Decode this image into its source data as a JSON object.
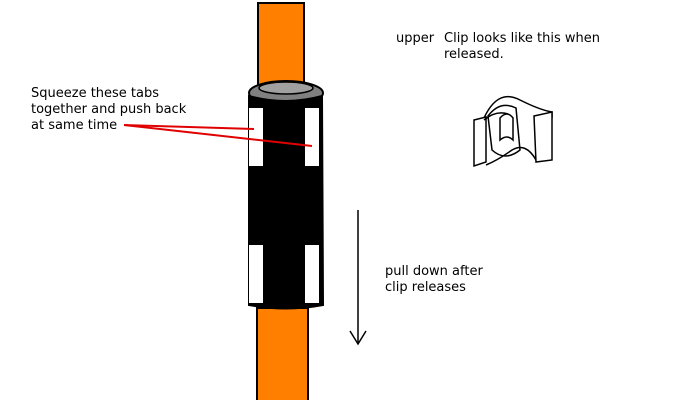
{
  "labels": {
    "squeeze_line1": "Squeeze these tabs",
    "squeeze_line2": "together and push back",
    "squeeze_line3": "at same time",
    "upper": "upper",
    "clip_line1": "Clip looks like this when",
    "clip_line2": "released.",
    "pull_line1": "pull down after",
    "pull_line2": "clip releases"
  },
  "colors": {
    "pole": "#ff8000",
    "clip_body": "#000000",
    "tab": "#ffffff",
    "collar": "#808080",
    "pointer_line": "#e00000",
    "ink": "#000000"
  }
}
